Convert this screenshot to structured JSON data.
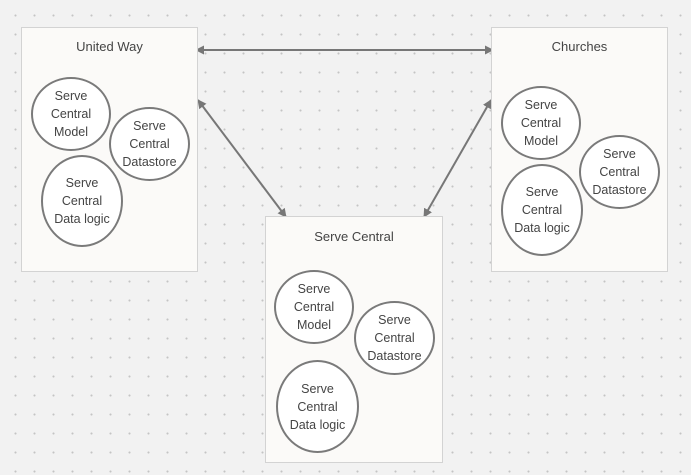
{
  "boxes": {
    "united_way": {
      "title": "United Way",
      "model": "Serve\nCentral\nModel",
      "datastore": "Serve\nCentral\nDatastore",
      "logic": "Serve\nCentral\nData logic"
    },
    "churches": {
      "title": "Churches",
      "model": "Serve\nCentral\nModel",
      "datastore": "Serve\nCentral\nDatastore",
      "logic": "Serve\nCentral\nData logic"
    },
    "serve_central": {
      "title": "Serve Central",
      "model": "Serve\nCentral\nModel",
      "datastore": "Serve\nCentral\nDatastore",
      "logic": "Serve\nCentral\nData logic"
    }
  },
  "colors": {
    "background": "#f2f2f2",
    "box_fill": "#fbfaf8",
    "box_border": "#d3d3d3",
    "circle_border": "#7a7a7a",
    "arrow": "#777777",
    "text": "#444444"
  }
}
